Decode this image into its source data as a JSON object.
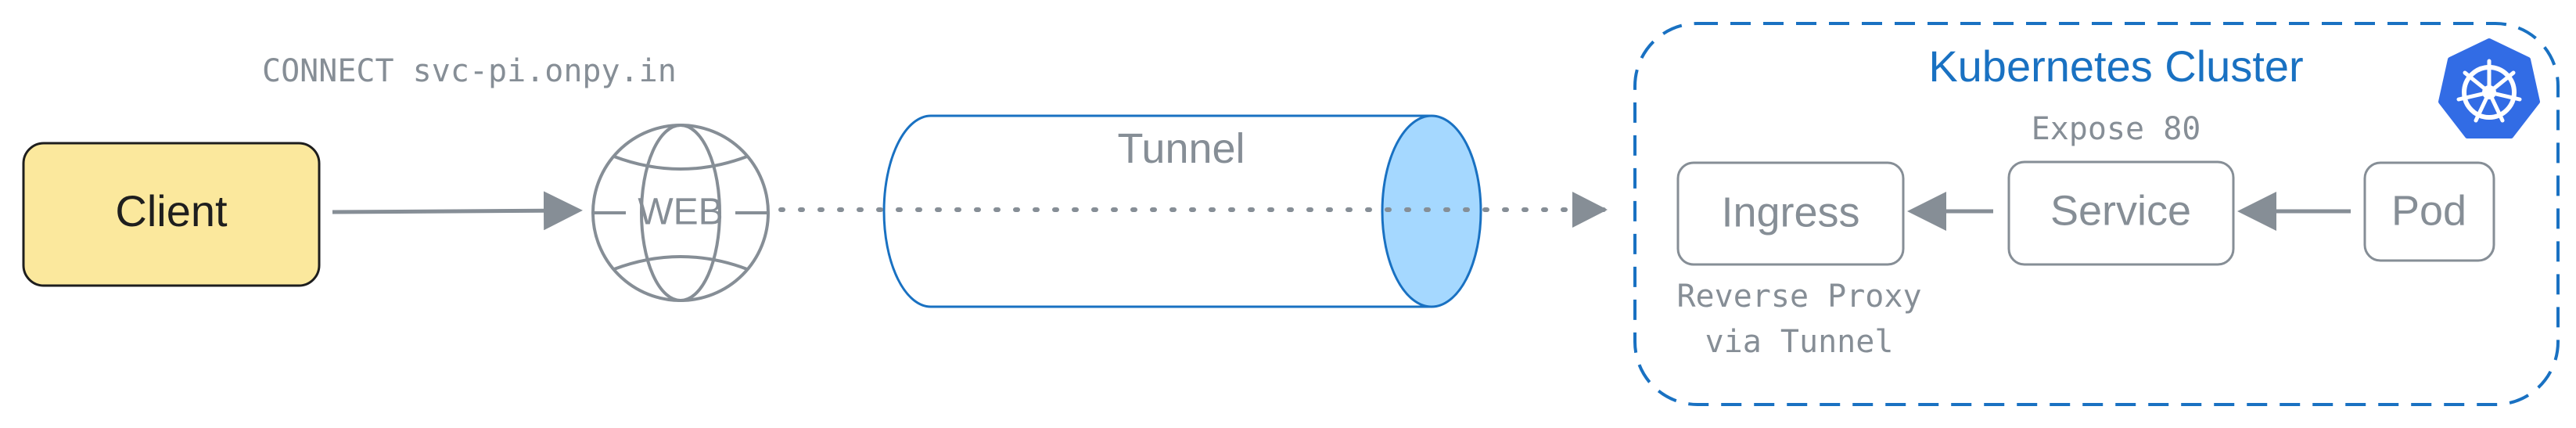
{
  "client": {
    "label": "Client"
  },
  "connect": {
    "text": "CONNECT svc-pi.onpy.in"
  },
  "web": {
    "label": "WEB"
  },
  "tunnel": {
    "label": "Tunnel"
  },
  "cluster": {
    "title": "Kubernetes Cluster",
    "ingress": {
      "label": "Ingress",
      "note_line1": "Reverse Proxy",
      "note_line2": "via Tunnel"
    },
    "service": {
      "label": "Service",
      "note": "Expose 80"
    },
    "pod": {
      "label": "Pod"
    }
  },
  "colors": {
    "client_fill": "#fbe89d",
    "stroke_gray": "#868e96",
    "cluster_blue": "#1971c2",
    "tunnel_cap_fill": "#a5d8ff",
    "k8s_blue": "#326ce5"
  }
}
